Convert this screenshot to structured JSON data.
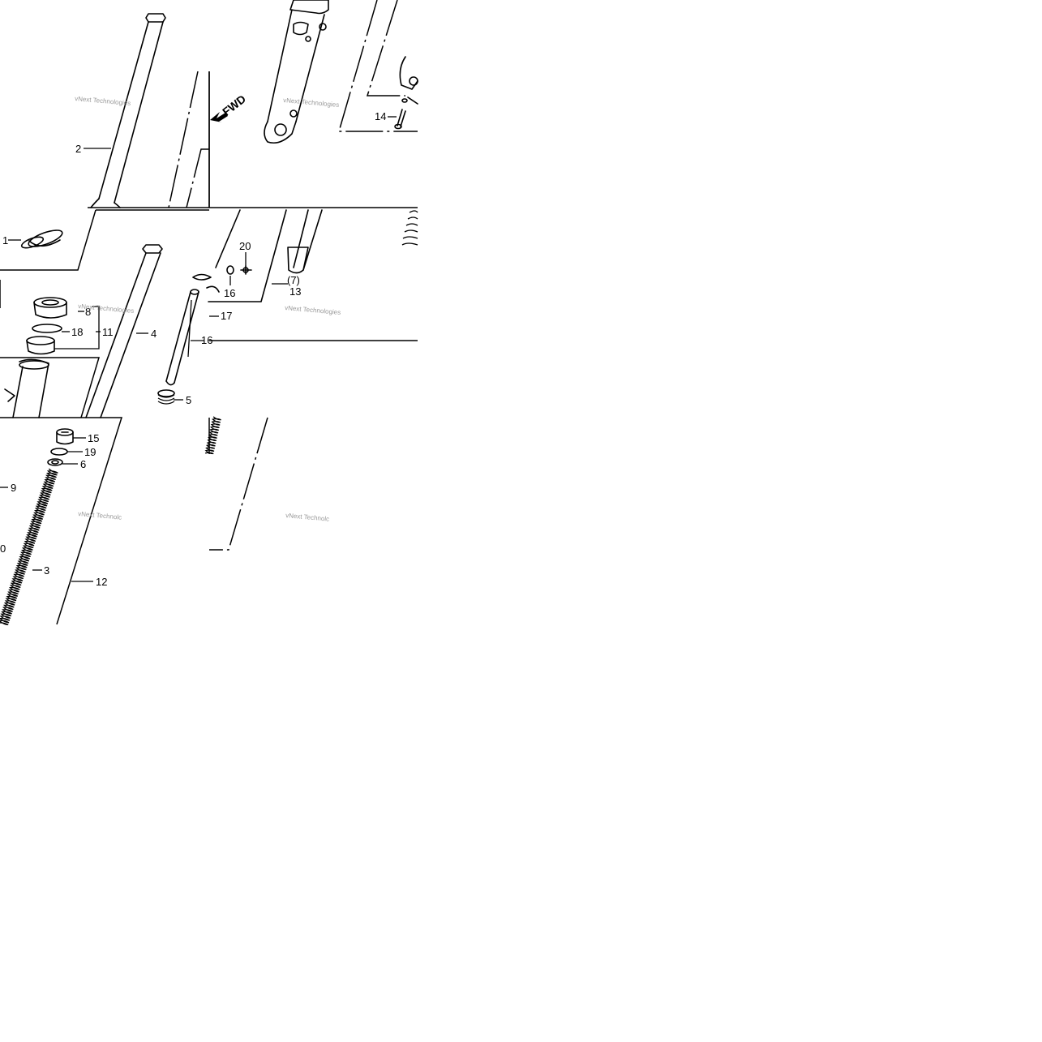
{
  "diagram": {
    "fwd_label": "FWD",
    "watermarks": [
      "vNext Technologies",
      "vNext Technologies",
      "vNext Technologies",
      "vNext Technologies",
      "vNext Technolc",
      "vNext Technolc"
    ],
    "callouts": {
      "c1": "1",
      "c2": "2",
      "c3": "3",
      "c4": "4",
      "c5": "5",
      "c6": "6",
      "c7": "(7)",
      "c8": "8",
      "c9": "9",
      "c10": "0",
      "c11": "11",
      "c12": "12",
      "c13": "13",
      "c14": "14",
      "c15": "15",
      "c16a": "16",
      "c16b": "16",
      "c17": "17",
      "c18": "18",
      "c19": "19",
      "c20": "20"
    }
  }
}
